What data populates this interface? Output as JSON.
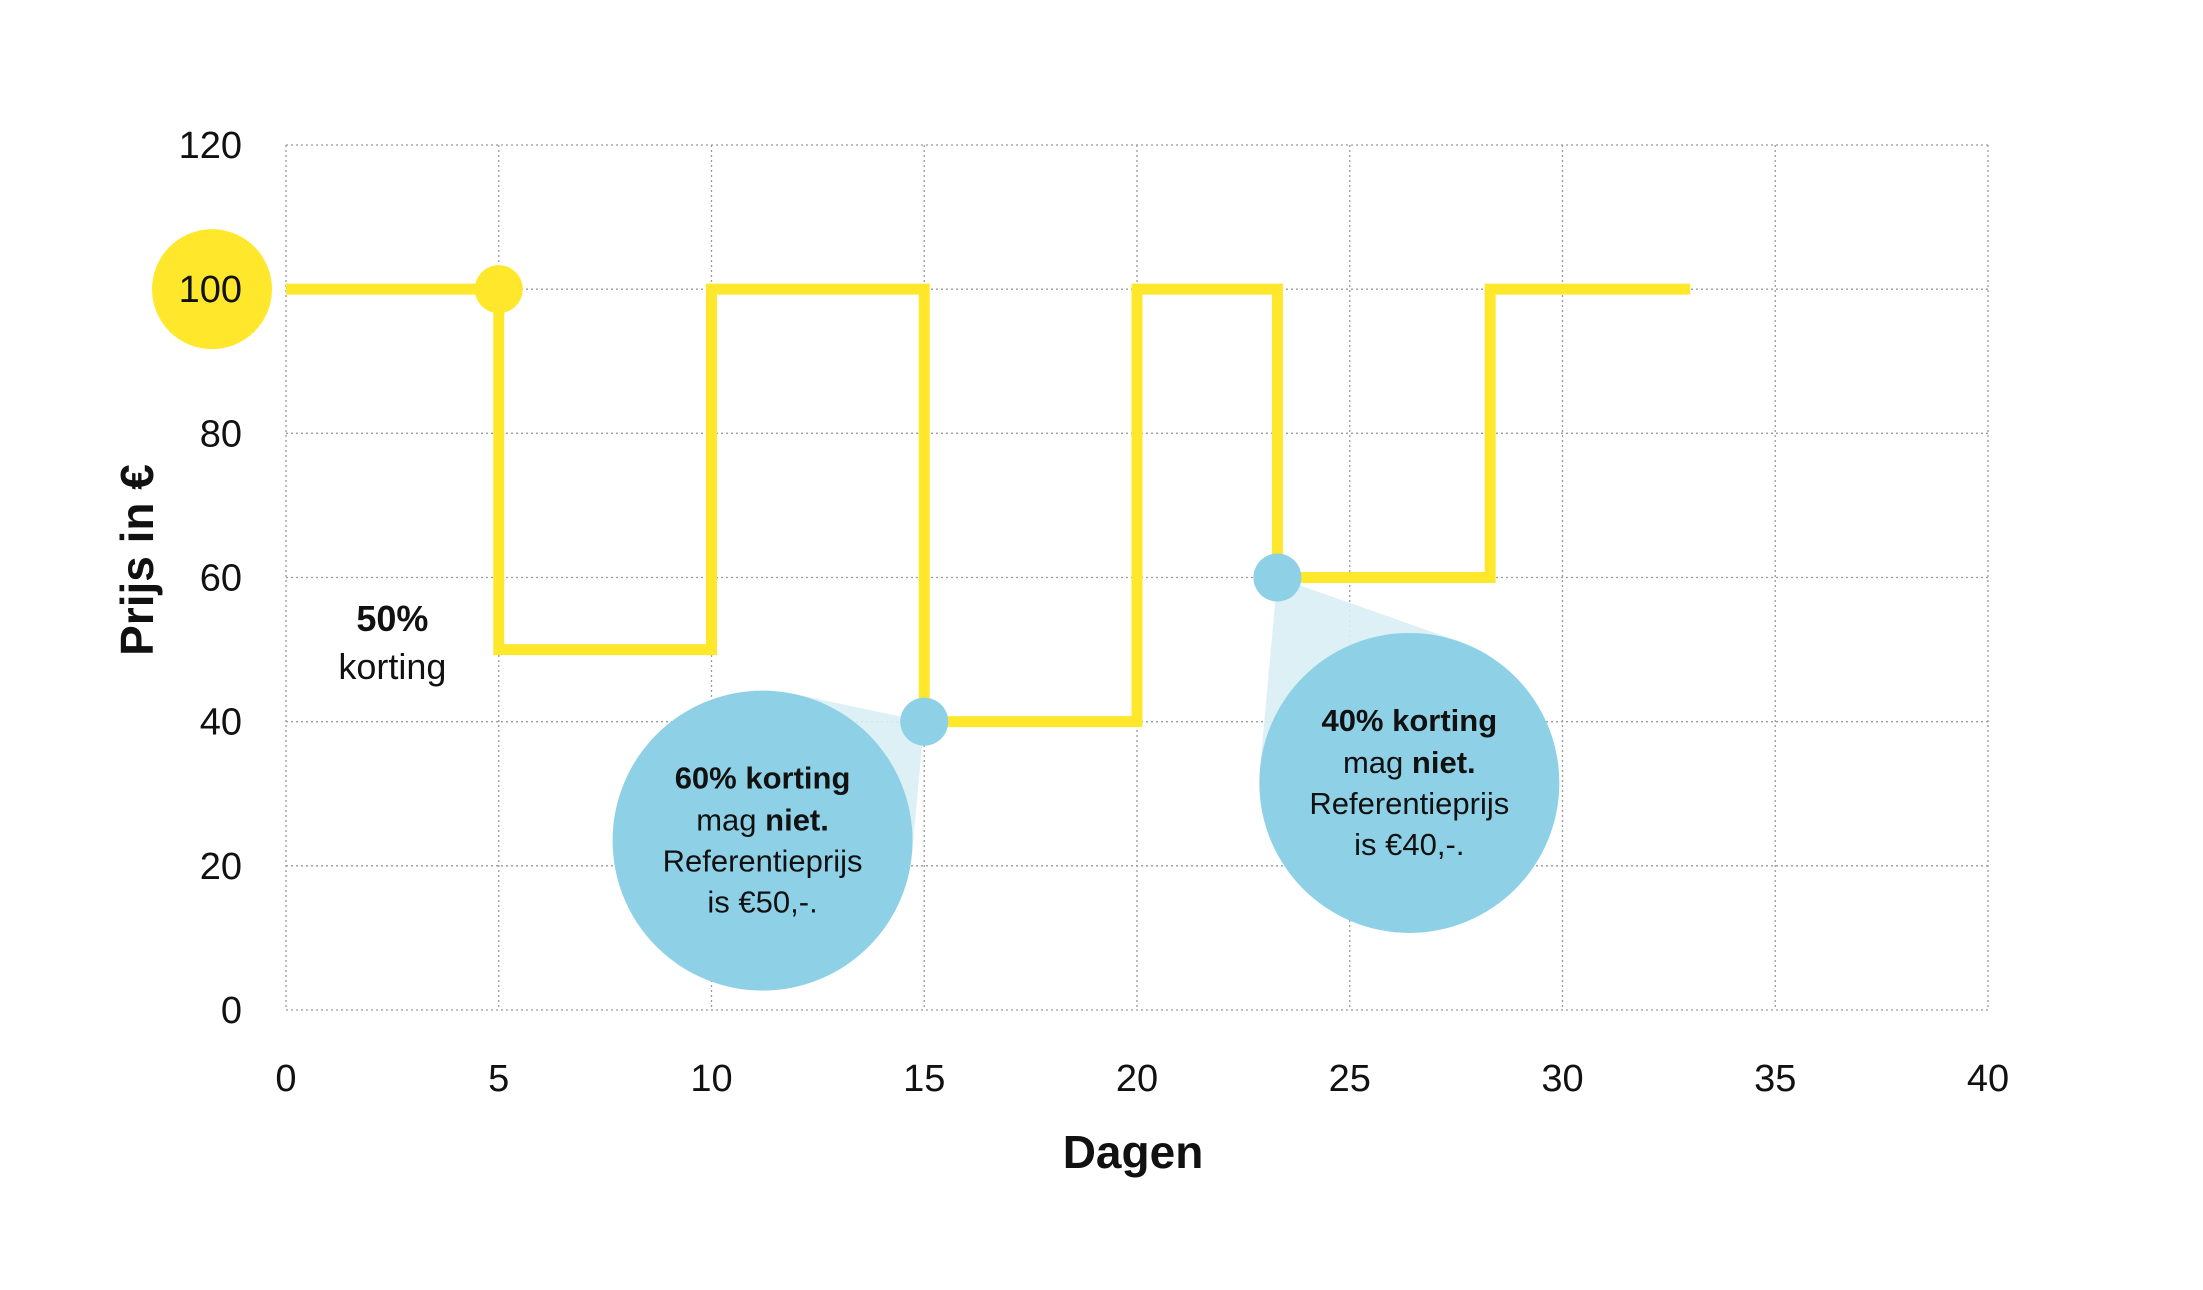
{
  "colors": {
    "line": "#FFE82B",
    "highlight": "#FFE82B",
    "bubble": "#8ED1E6",
    "bubble_cone": "#D8EEF5",
    "grid": "#9a9a9a",
    "text": "#111111"
  },
  "chart_data": {
    "type": "line",
    "title": "",
    "xlabel": "Dagen",
    "ylabel": "Prijs in €",
    "xlim": [
      0,
      40
    ],
    "ylim": [
      0,
      120
    ],
    "x_ticks": [
      "0",
      "5",
      "10",
      "15",
      "20",
      "25",
      "30",
      "35",
      "40"
    ],
    "y_ticks": [
      "0",
      "20",
      "40",
      "60",
      "80",
      "100",
      "120"
    ],
    "grid": true,
    "highlighted_y_tick": "100",
    "series": [
      {
        "step": "post",
        "x": [
          0,
          5,
          10,
          15,
          20,
          23.3,
          28.3,
          33
        ],
        "y": [
          100,
          50,
          100,
          40,
          100,
          60,
          100,
          100
        ]
      }
    ],
    "markers": [
      {
        "x": 5,
        "y": 100,
        "color": "yellow"
      },
      {
        "x": 15,
        "y": 40,
        "color": "blue"
      },
      {
        "x": 23.3,
        "y": 60,
        "color": "blue"
      }
    ],
    "annotations": {
      "korting50": {
        "line1": "50%",
        "line2": "korting",
        "x": 2.5,
        "y": 52
      },
      "bubble1": {
        "line1": "60% korting",
        "line2a": "mag ",
        "line2b": "niet.",
        "line3": "Referentieprijs",
        "line4": "is €50,-.",
        "anchor_x": 15,
        "anchor_y": 40,
        "center_x": 11.2,
        "center_y": 23.5
      },
      "bubble2": {
        "line1": "40% korting",
        "line2a": "mag ",
        "line2b": "niet.",
        "line3": "Referentieprijs",
        "line4": "is €40,-.",
        "anchor_x": 23.3,
        "anchor_y": 60,
        "center_x": 26.4,
        "center_y": 31.5
      }
    }
  }
}
